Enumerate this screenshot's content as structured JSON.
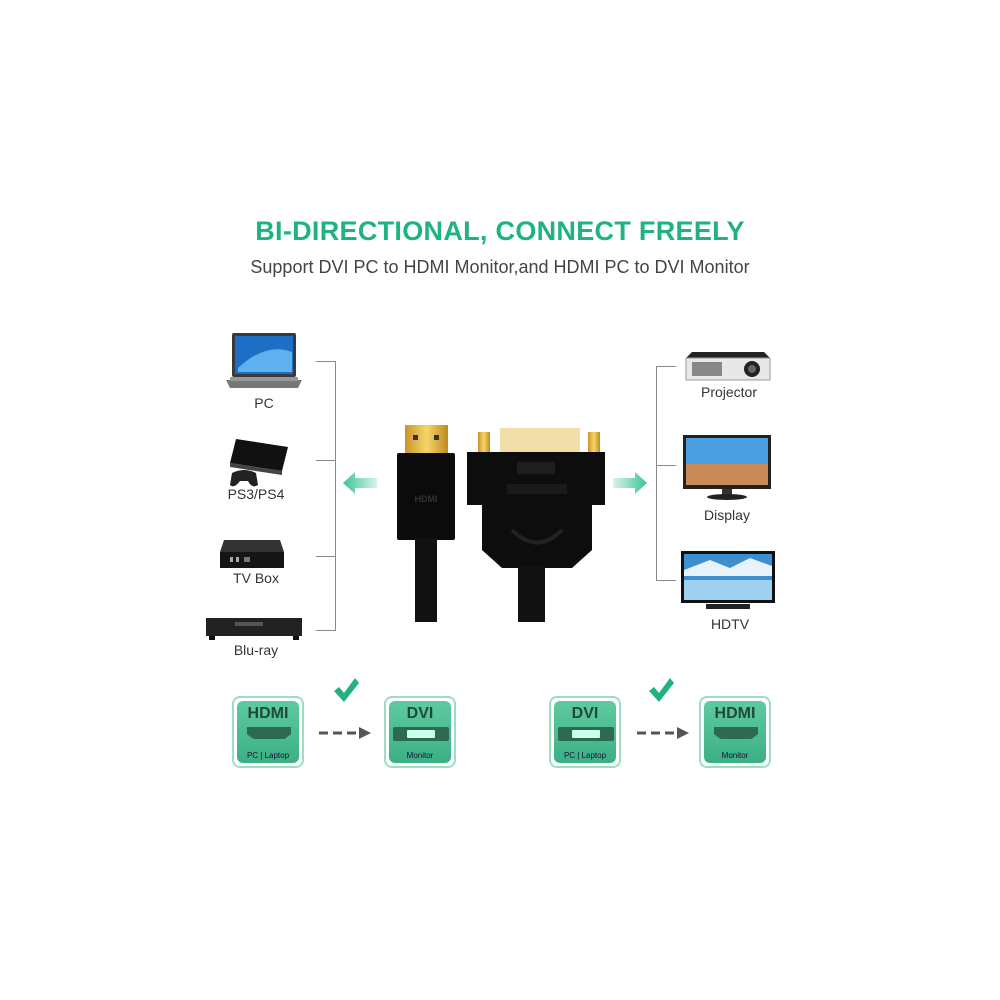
{
  "header": {
    "title": "BI-DIRECTIONAL, CONNECT FREELY",
    "subtitle": "Support DVI PC to HDMI Monitor,and HDMI PC to DVI Monitor"
  },
  "sources": [
    {
      "label": "PC",
      "icon": "laptop-icon"
    },
    {
      "label": "PS3/PS4",
      "icon": "game-console-icon"
    },
    {
      "label": "TV Box",
      "icon": "tv-box-icon"
    },
    {
      "label": "Blu-ray",
      "icon": "blu-ray-player-icon"
    }
  ],
  "displays": [
    {
      "label": "Projector",
      "icon": "projector-icon"
    },
    {
      "label": "Display",
      "icon": "monitor-icon"
    },
    {
      "label": "HDTV",
      "icon": "tv-icon"
    }
  ],
  "adapter": {
    "hdmi_logo": "HDMI"
  },
  "flows": [
    {
      "from": {
        "title": "HDMI",
        "sub": "PC | Laptop"
      },
      "to": {
        "title": "DVI",
        "sub": "Monitor"
      }
    },
    {
      "from": {
        "title": "DVI",
        "sub": "PC | Laptop"
      },
      "to": {
        "title": "HDMI",
        "sub": "Monitor"
      }
    }
  ],
  "colors": {
    "accent": "#1fb283",
    "box": "#4dbd92"
  }
}
